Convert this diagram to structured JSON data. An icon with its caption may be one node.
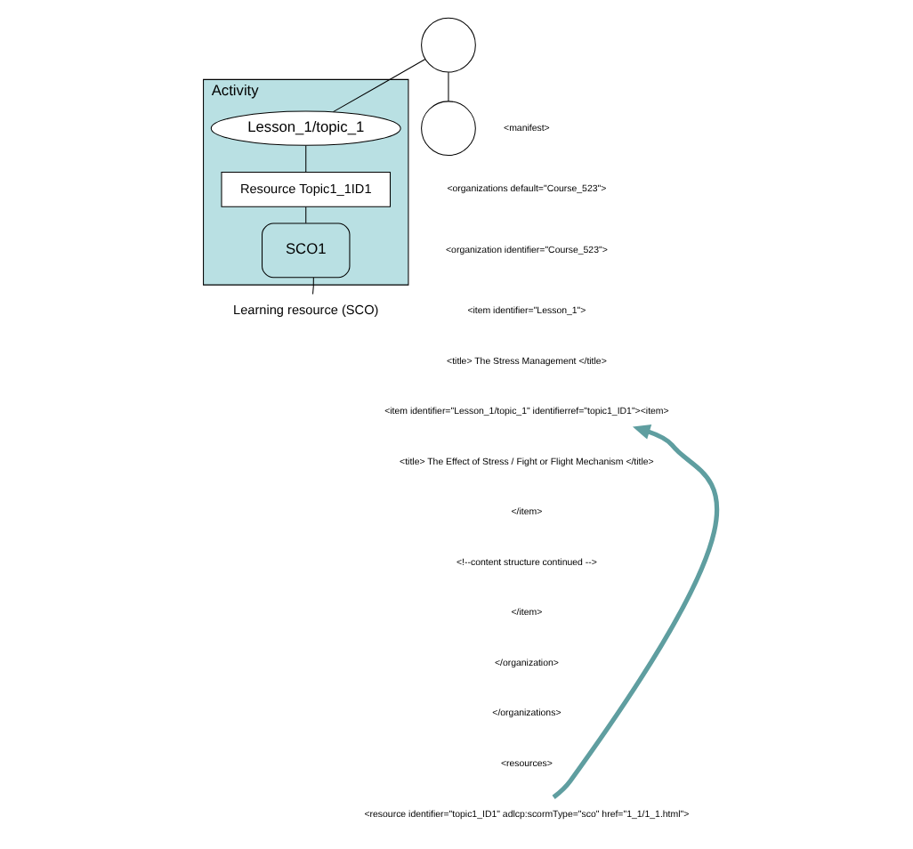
{
  "diagram": {
    "nodes": [
      {
        "text": [],
        "shape": "circle"
      },
      {
        "text": [
          "Activity"
        ]
      },
      {
        "text": [
          "Lesson_1/topic_1"
        ],
        "in": 1
      },
      {
        "text": [
          "Resource Topic1_1ID1"
        ],
        "in": 1
      },
      {
        "text": [
          "SCO1"
        ],
        "in": 1
      },
      {
        "text": [],
        "shape": "circle"
      },
      {
        "text": [
          "Learning resource (SCO)"
        ]
      },
      {
        "text": [
          "<item identifier=\"Lesson_1/topic_1\" identifierref=\"topic1_ID1\"><item>"
        ]
      },
      {
        "text": [
          "<resource identifier=\"topic1_ID1\" adlcp:scormType=\"sco\" href=\"1_1/1_1.html\">"
        ]
      }
    ],
    "edges": [
      {
        "from": 0,
        "to": 2,
        "arrow": "none"
      },
      {
        "from": 0,
        "to": 5,
        "arrow": "none"
      },
      {
        "from": 2,
        "to": 3,
        "arrow": "none"
      },
      {
        "from": 3,
        "to": 4,
        "arrow": "none"
      },
      {
        "from": 6,
        "to": 4,
        "arrow": "none"
      },
      {
        "from": 8,
        "to": 7,
        "arrow": "to",
        "style": "thick",
        "color": "#5f9ea0"
      }
    ],
    "labels": [
      "<manifest>",
      "<organizations default=\"Course_523\">",
      "<organization identifier=\"Course_523\">",
      "<item identifier=\"Lesson_1\">",
      "<title> The Stress Management </title>",
      "<title> The Effect of Stress / Fight or Flight Mechanism </title>",
      "</item>",
      "<!--content structure continued -->",
      "</item>",
      "</organization>",
      "</organizations>",
      "<resources>"
    ]
  }
}
